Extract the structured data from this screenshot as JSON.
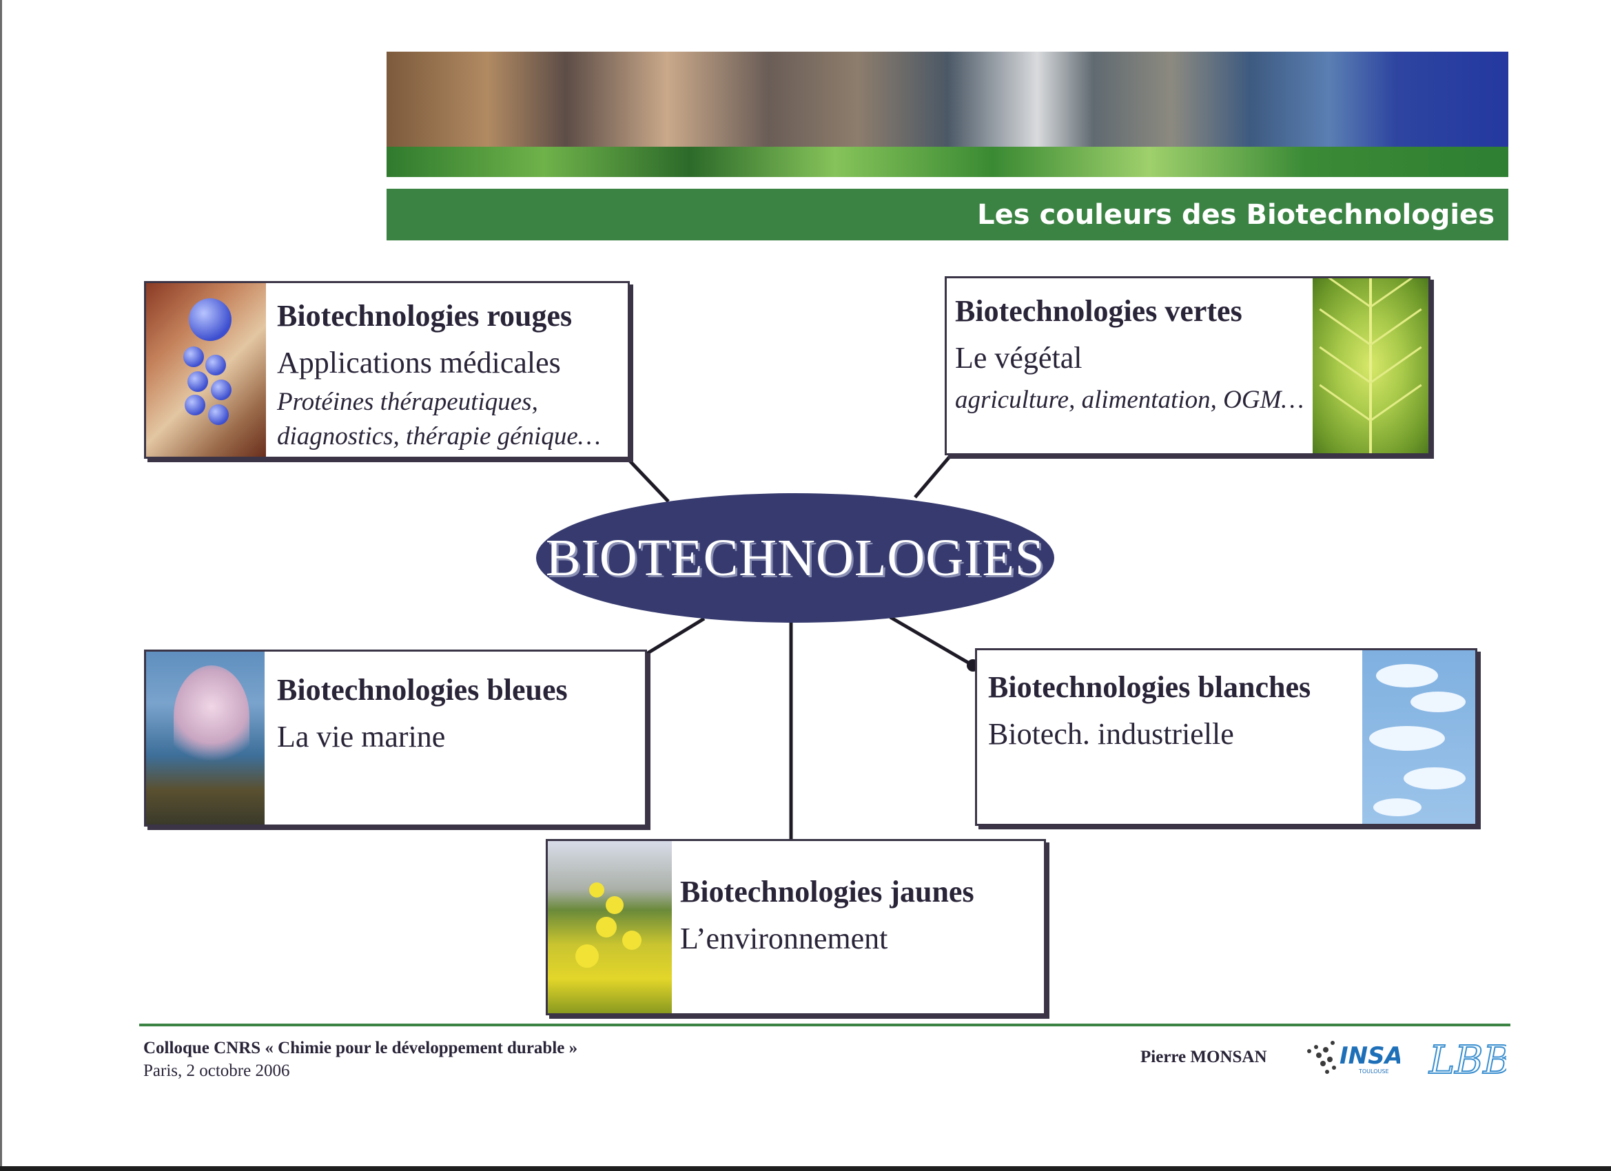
{
  "header": {
    "title": "Les couleurs des Biotechnologies"
  },
  "hub": {
    "label": "BIOTECHNOLOGIES"
  },
  "categories": {
    "red": {
      "title": "Biotechnologies rouges",
      "subtitle": "Applications médicales",
      "detail_line1": "Protéines thérapeutiques,",
      "detail_line2": "diagnostics, thérapie génique…",
      "image": "pills-photo",
      "color": "#c0392b"
    },
    "green": {
      "title": "Biotechnologies vertes",
      "subtitle": "Le végétal",
      "detail_line1": "agriculture, alimentation, OGM…",
      "image": "leaf-photo",
      "color": "#7fae3a"
    },
    "blue": {
      "title": "Biotechnologies bleues",
      "subtitle": "La vie marine",
      "image": "coral-photo",
      "color": "#3d6f9a"
    },
    "white": {
      "title": "Biotechnologies blanches",
      "subtitle": "Biotech. industrielle",
      "image": "sky-clouds-photo",
      "color": "#ffffff"
    },
    "yellow": {
      "title": "Biotechnologies jaunes",
      "subtitle": "L’environnement",
      "image": "rapeseed-field-photo",
      "color": "#e3d62a"
    }
  },
  "footer": {
    "event": "Colloque CNRS « Chimie pour le développement durable »",
    "date": "Paris, 2 octobre 2006",
    "author": "Pierre MONSAN",
    "logo1": "INSA",
    "logo1_sub": "TOULOUSE",
    "logo2": "LBB"
  },
  "theme": {
    "accent_green": "#3a8343",
    "hub_navy": "#363a6e",
    "text": "#2a2438"
  }
}
